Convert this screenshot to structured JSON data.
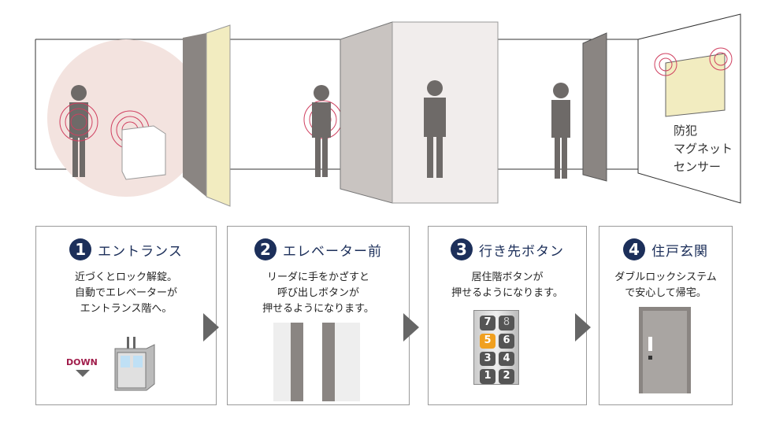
{
  "scene": {
    "sensor_label": [
      "防犯",
      "マグネット",
      "センサー"
    ]
  },
  "steps": [
    {
      "number": "1",
      "title": "エントランス",
      "description": "近づくとロック解錠。\n自動でエレベーターが\nエントランス階へ。",
      "extra_label": "DOWN"
    },
    {
      "number": "2",
      "title": "エレベーター前",
      "description": "リーダに手をかざすと\n呼び出しボタンが\n押せるようになります。"
    },
    {
      "number": "3",
      "title": "行き先ボタン",
      "description": "居住階ボタンが\n押せるようになります。",
      "keypad": [
        "7",
        "8",
        "5",
        "6",
        "3",
        "4",
        "1",
        "2"
      ],
      "highlighted_key": "5"
    },
    {
      "number": "4",
      "title": "住戸玄関",
      "description": "ダブルロックシステム\nで安心して帰宅。"
    }
  ],
  "colors": {
    "navy": "#1c2f5a",
    "highlight": "#f0a020",
    "signal": "#c0204a"
  }
}
